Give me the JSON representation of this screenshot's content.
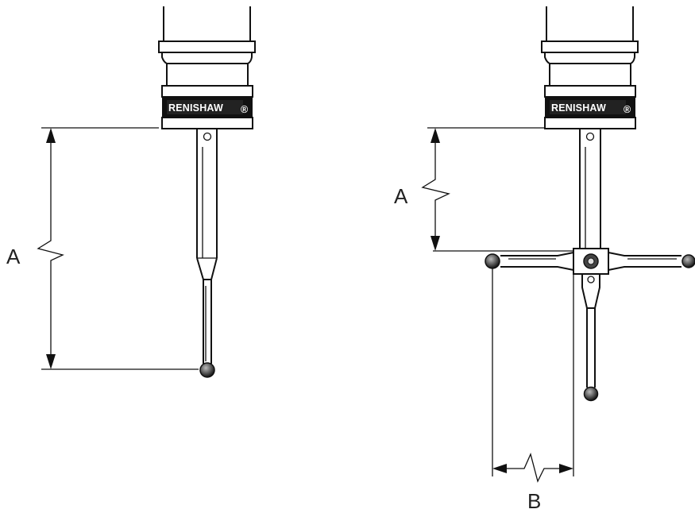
{
  "probes": [
    {
      "brand": "RENISHAW",
      "brand_suffix": "®",
      "dimension_label": "A"
    },
    {
      "brand": "RENISHAW",
      "brand_suffix": "®",
      "dimension_labels": {
        "vertical": "A",
        "horizontal": "B"
      }
    }
  ]
}
